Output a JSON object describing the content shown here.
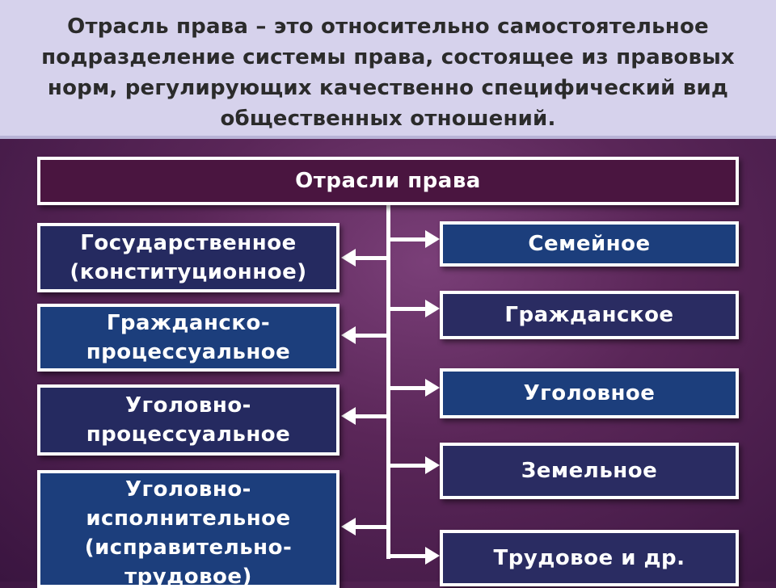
{
  "definition": {
    "text": "Отрасль права – это относительно самостоятельное подразделение системы права, состоящее из правовых норм, регулирующих качественно специфический вид общественных отношений."
  },
  "diagram": {
    "root": "Отрасли права",
    "left_branches": [
      "Государственное\n(конституционное)",
      "Гражданско-\nпроцессуальное",
      "Уголовно-\nпроцессуальное",
      "Уголовно-\nисполнительное\n(исправительно-\nтрудовое)"
    ],
    "right_branches": [
      "Семейное",
      "Гражданское",
      "Уголовное",
      "Земельное",
      "Трудовое и др."
    ]
  }
}
